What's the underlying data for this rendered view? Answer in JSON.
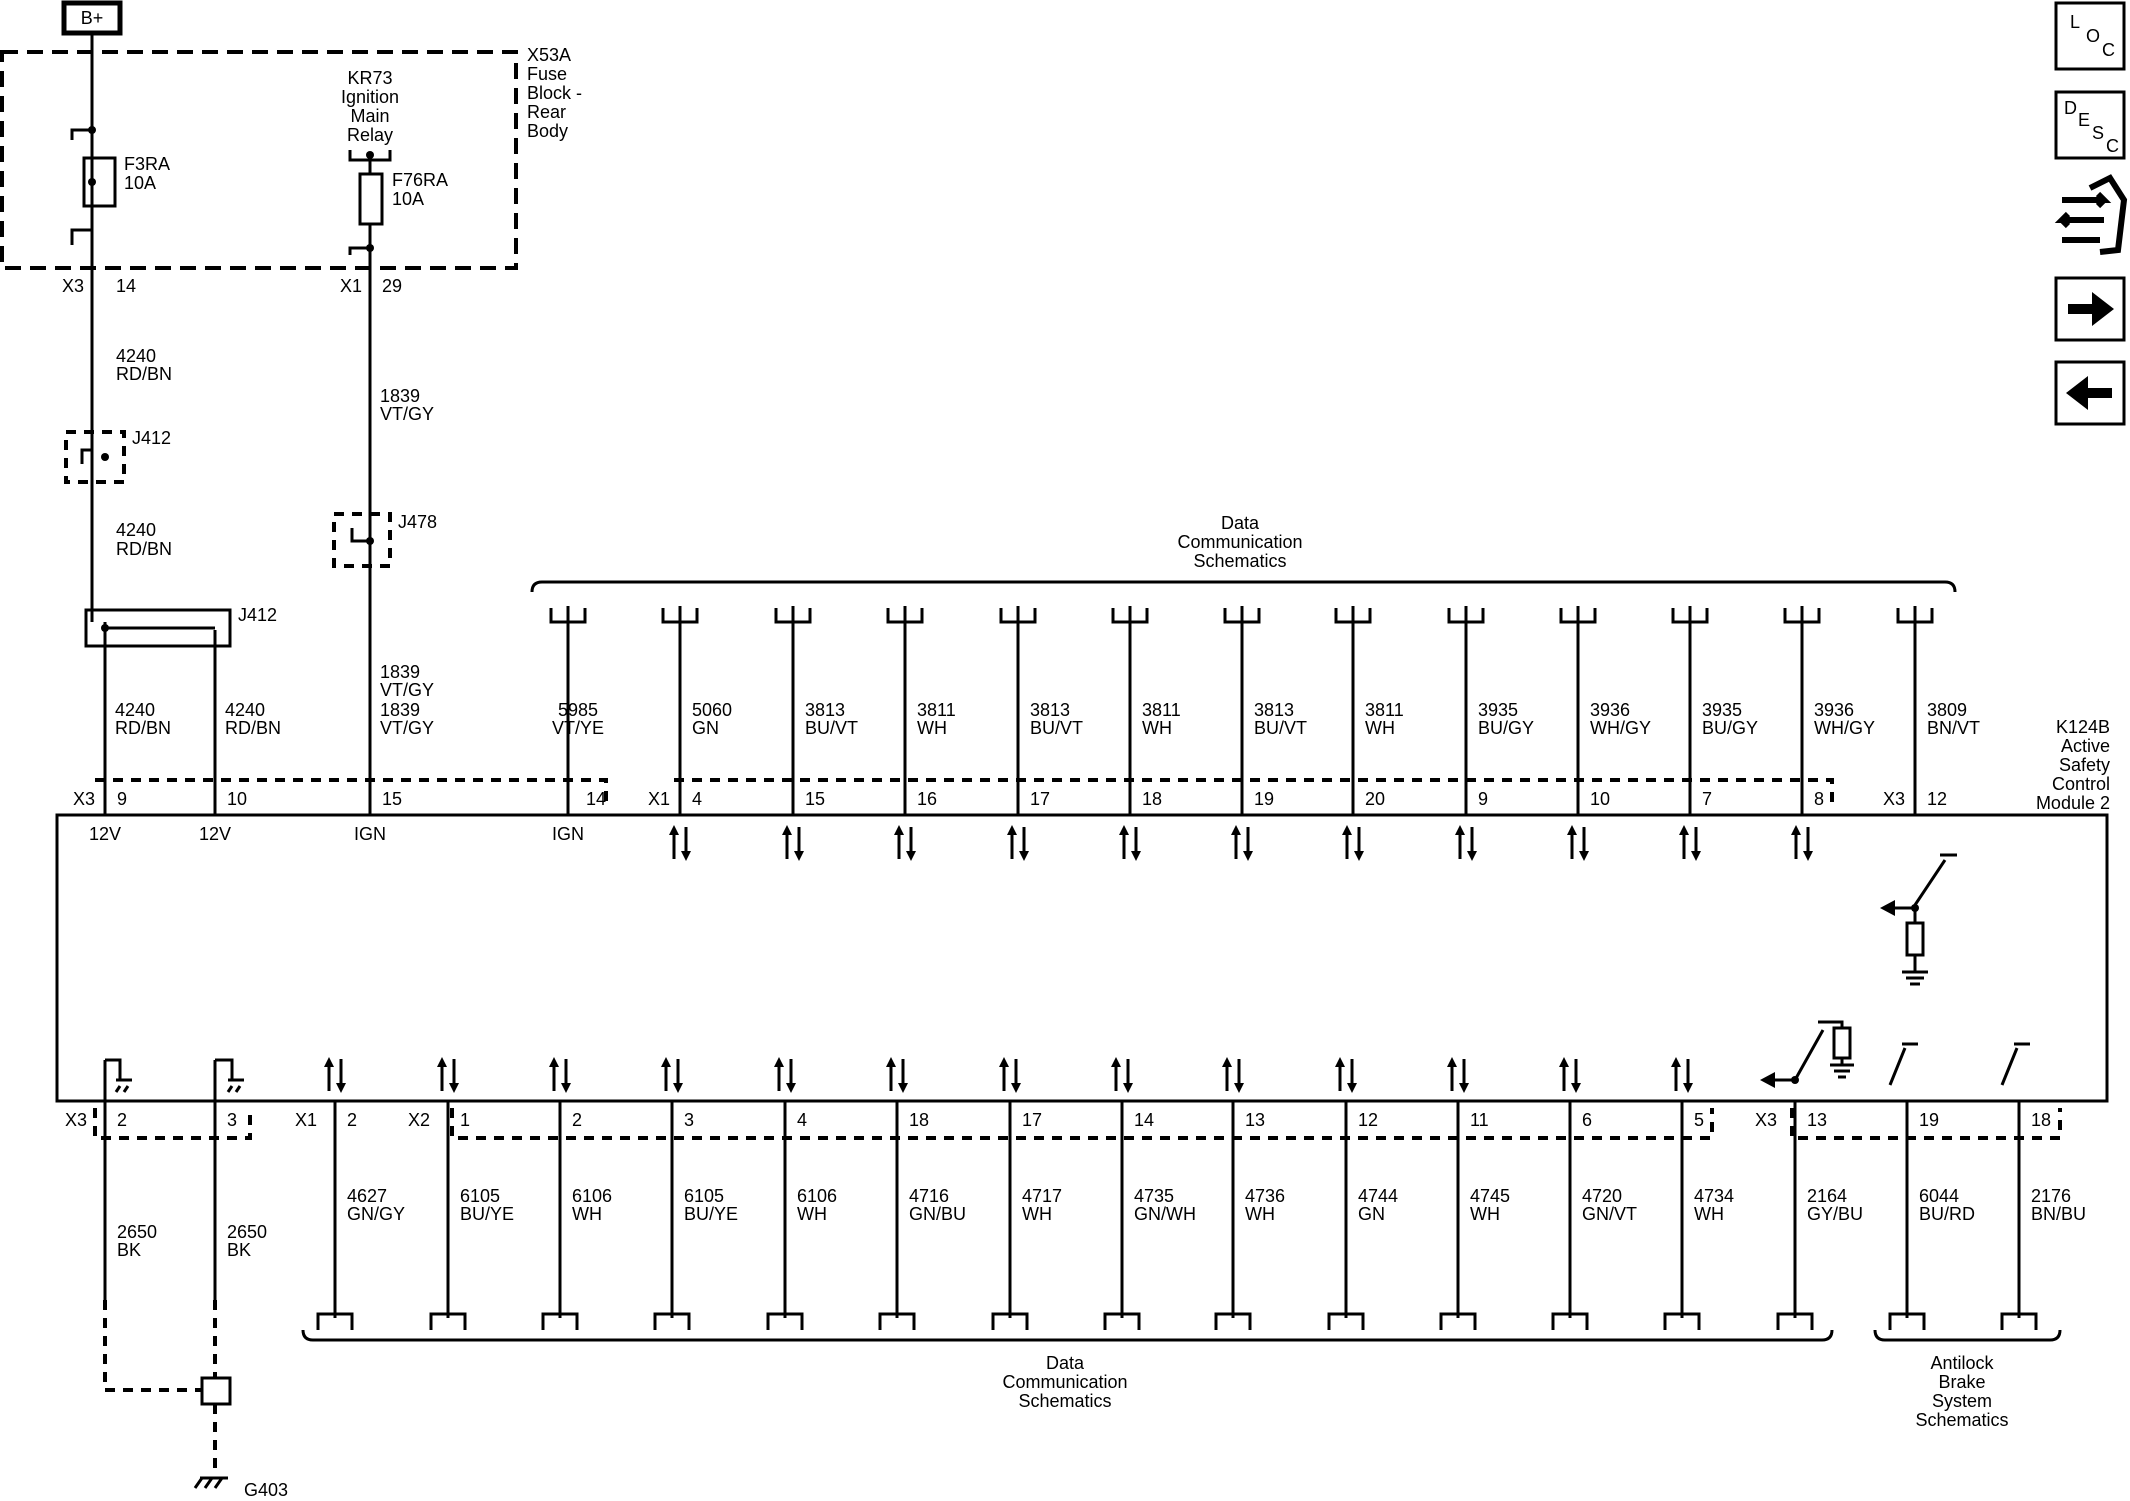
{
  "power": {
    "bplus": "B+",
    "fuse_block": [
      "X53A",
      "Fuse",
      "Block -",
      "Rear",
      "Body"
    ],
    "relay": [
      "KR73",
      "Ignition",
      "Main",
      "Relay"
    ],
    "fuse1": [
      "F3RA",
      "10A"
    ],
    "fuse2": [
      "F76RA",
      "10A"
    ],
    "fb_pins": [
      {
        "conn": "X3",
        "pin": "14"
      },
      {
        "conn": "X1",
        "pin": "29"
      }
    ],
    "wire_4240": [
      "4240",
      "RD/BN"
    ],
    "wire_1839": [
      "1839",
      "VT/GY"
    ],
    "splice_j412": "J412",
    "splice_j478": "J478"
  },
  "module": {
    "name": [
      "K124B",
      "Active",
      "Safety",
      "Control",
      "Module 2"
    ],
    "top_pins": [
      {
        "conn": "X3",
        "pin": "9",
        "inner": "12V",
        "wire": [
          "4240",
          "RD/BN"
        ]
      },
      {
        "conn": "",
        "pin": "10",
        "inner": "12V",
        "wire": [
          "4240",
          "RD/BN"
        ]
      },
      {
        "conn": "",
        "pin": "15",
        "inner": "IGN",
        "wire": [
          "1839",
          "VT/GY"
        ]
      },
      {
        "conn": "",
        "pin": "14",
        "inner": "IGN",
        "wire": [
          "5985",
          "VT/YE"
        ]
      },
      {
        "conn": "X1",
        "pin": "4",
        "inner": "",
        "wire": [
          "5060",
          "GN"
        ]
      },
      {
        "conn": "",
        "pin": "15",
        "inner": "",
        "wire": [
          "3813",
          "BU/VT"
        ]
      },
      {
        "conn": "",
        "pin": "16",
        "inner": "",
        "wire": [
          "3811",
          "WH"
        ]
      },
      {
        "conn": "",
        "pin": "17",
        "inner": "",
        "wire": [
          "3813",
          "BU/VT"
        ]
      },
      {
        "conn": "",
        "pin": "18",
        "inner": "",
        "wire": [
          "3811",
          "WH"
        ]
      },
      {
        "conn": "",
        "pin": "19",
        "inner": "",
        "wire": [
          "3813",
          "BU/VT"
        ]
      },
      {
        "conn": "",
        "pin": "20",
        "inner": "",
        "wire": [
          "3811",
          "WH"
        ]
      },
      {
        "conn": "",
        "pin": "9",
        "inner": "",
        "wire": [
          "3935",
          "BU/GY"
        ]
      },
      {
        "conn": "",
        "pin": "10",
        "inner": "",
        "wire": [
          "3936",
          "WH/GY"
        ]
      },
      {
        "conn": "",
        "pin": "7",
        "inner": "",
        "wire": [
          "3935",
          "BU/GY"
        ]
      },
      {
        "conn": "",
        "pin": "8",
        "inner": "",
        "wire": [
          "3936",
          "WH/GY"
        ]
      },
      {
        "conn": "X3",
        "pin": "12",
        "inner": "",
        "wire": [
          "3809",
          "BN/VT"
        ]
      }
    ],
    "bottom_pins": [
      {
        "conn": "X3",
        "pin": "2",
        "wire": [
          "2650",
          "BK"
        ]
      },
      {
        "conn": "",
        "pin": "3",
        "wire": [
          "2650",
          "BK"
        ]
      },
      {
        "conn": "X1",
        "pin": "2",
        "wire": [
          "4627",
          "GN/GY"
        ]
      },
      {
        "conn": "X2",
        "pin": "1",
        "wire": [
          "6105",
          "BU/YE"
        ]
      },
      {
        "conn": "",
        "pin": "2",
        "wire": [
          "6106",
          "WH"
        ]
      },
      {
        "conn": "",
        "pin": "3",
        "wire": [
          "6105",
          "BU/YE"
        ]
      },
      {
        "conn": "",
        "pin": "4",
        "wire": [
          "6106",
          "WH"
        ]
      },
      {
        "conn": "",
        "pin": "18",
        "wire": [
          "4716",
          "GN/BU"
        ]
      },
      {
        "conn": "",
        "pin": "17",
        "wire": [
          "4717",
          "WH"
        ]
      },
      {
        "conn": "",
        "pin": "14",
        "wire": [
          "4735",
          "GN/WH"
        ]
      },
      {
        "conn": "",
        "pin": "13",
        "wire": [
          "4736",
          "WH"
        ]
      },
      {
        "conn": "",
        "pin": "12",
        "wire": [
          "4744",
          "GN"
        ]
      },
      {
        "conn": "",
        "pin": "11",
        "wire": [
          "4745",
          "WH"
        ]
      },
      {
        "conn": "",
        "pin": "6",
        "wire": [
          "4720",
          "GN/VT"
        ]
      },
      {
        "conn": "",
        "pin": "5",
        "wire": [
          "4734",
          "WH"
        ]
      },
      {
        "conn": "X3",
        "pin": "13",
        "wire": [
          "2164",
          "GY/BU"
        ]
      },
      {
        "conn": "",
        "pin": "19",
        "wire": [
          "6044",
          "BU/RD"
        ]
      },
      {
        "conn": "",
        "pin": "18",
        "wire": [
          "2176",
          "BN/BU"
        ]
      }
    ]
  },
  "references": {
    "top_data_comm": [
      "Data",
      "Communication",
      "Schematics"
    ],
    "bottom_data_comm": [
      "Data",
      "Communication",
      "Schematics"
    ],
    "abs": [
      "Antilock",
      "Brake",
      "System",
      "Schematics"
    ]
  },
  "ground": {
    "label": "G403"
  },
  "nav": [
    {
      "name": "loc-button",
      "letters": [
        "L",
        "O",
        "C"
      ]
    },
    {
      "name": "desc-button",
      "letters": [
        "D",
        "E",
        "S",
        "C"
      ]
    },
    {
      "name": "service-icon-button"
    },
    {
      "name": "next-page-button"
    },
    {
      "name": "previous-page-button"
    }
  ]
}
